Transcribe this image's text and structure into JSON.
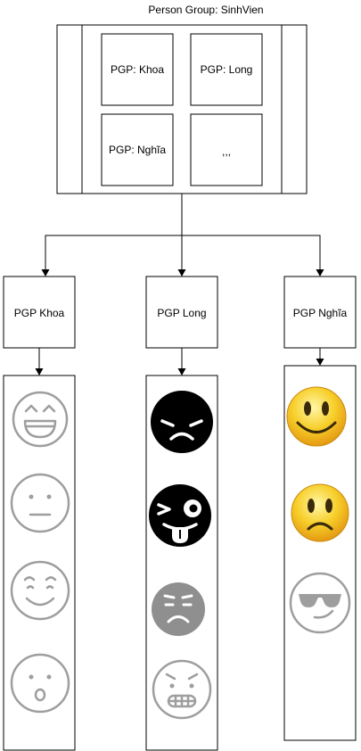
{
  "diagram": {
    "title": "Person Group: SinhVien",
    "group_members": [
      "PGP: Khoa",
      "PGP: Long",
      "PGP: Nghĩa",
      ",,,"
    ],
    "persons": [
      {
        "label": "PGP Khoa",
        "faces": [
          "grinning-outline-face",
          "neutral-outline-face",
          "smiling-outline-face",
          "surprised-outline-face"
        ]
      },
      {
        "label": "PGP Long",
        "faces": [
          "sad-black-face",
          "winking-tongue-black-face",
          "frowning-grey-face",
          "grimacing-outline-face"
        ]
      },
      {
        "label": "PGP Nghĩa",
        "faces": [
          "happy-yellow-face",
          "sad-yellow-face",
          "sunglasses-outline-face"
        ]
      }
    ]
  }
}
